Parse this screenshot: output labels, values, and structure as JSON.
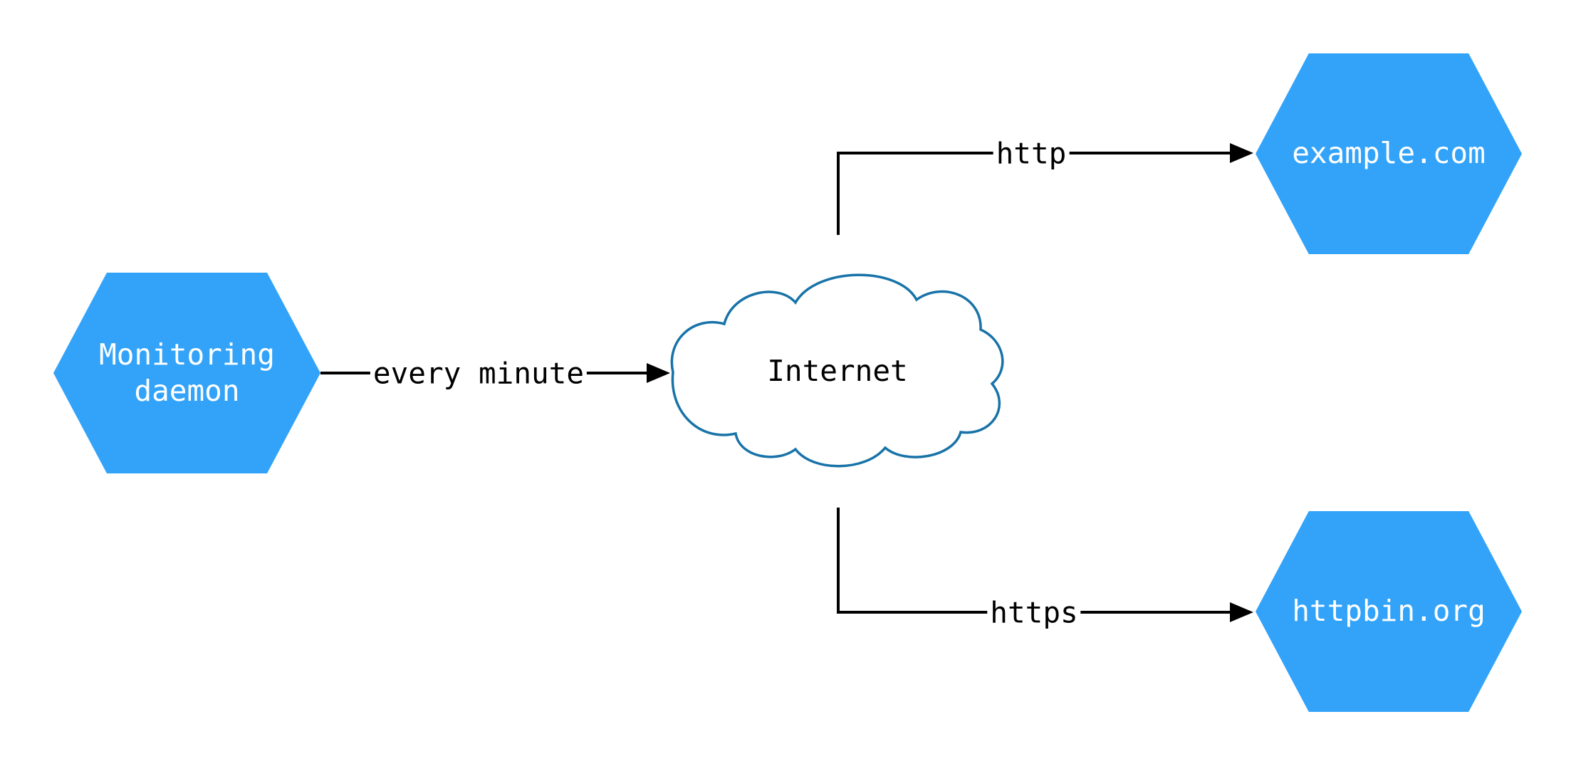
{
  "diagram": {
    "background": "#ffffff",
    "colors": {
      "node_fill": "#33a3f9",
      "node_text": "#ffffff",
      "cloud_stroke": "#1873a8",
      "cloud_fill": "#ffffff",
      "edge_color": "#000000",
      "edge_label_text": "#000000"
    },
    "nodes": {
      "monitoring_daemon": {
        "label": "Monitoring\ndaemon",
        "shape": "hexagon"
      },
      "internet": {
        "label": "Internet",
        "shape": "cloud"
      },
      "example_com": {
        "label": "example.com",
        "shape": "hexagon"
      },
      "httpbin_org": {
        "label": "httpbin.org",
        "shape": "hexagon"
      }
    },
    "edges": [
      {
        "from": "monitoring_daemon",
        "to": "internet",
        "label": "every minute"
      },
      {
        "from": "internet",
        "to": "example_com",
        "label": "http"
      },
      {
        "from": "internet",
        "to": "httpbin_org",
        "label": "https"
      }
    ]
  }
}
